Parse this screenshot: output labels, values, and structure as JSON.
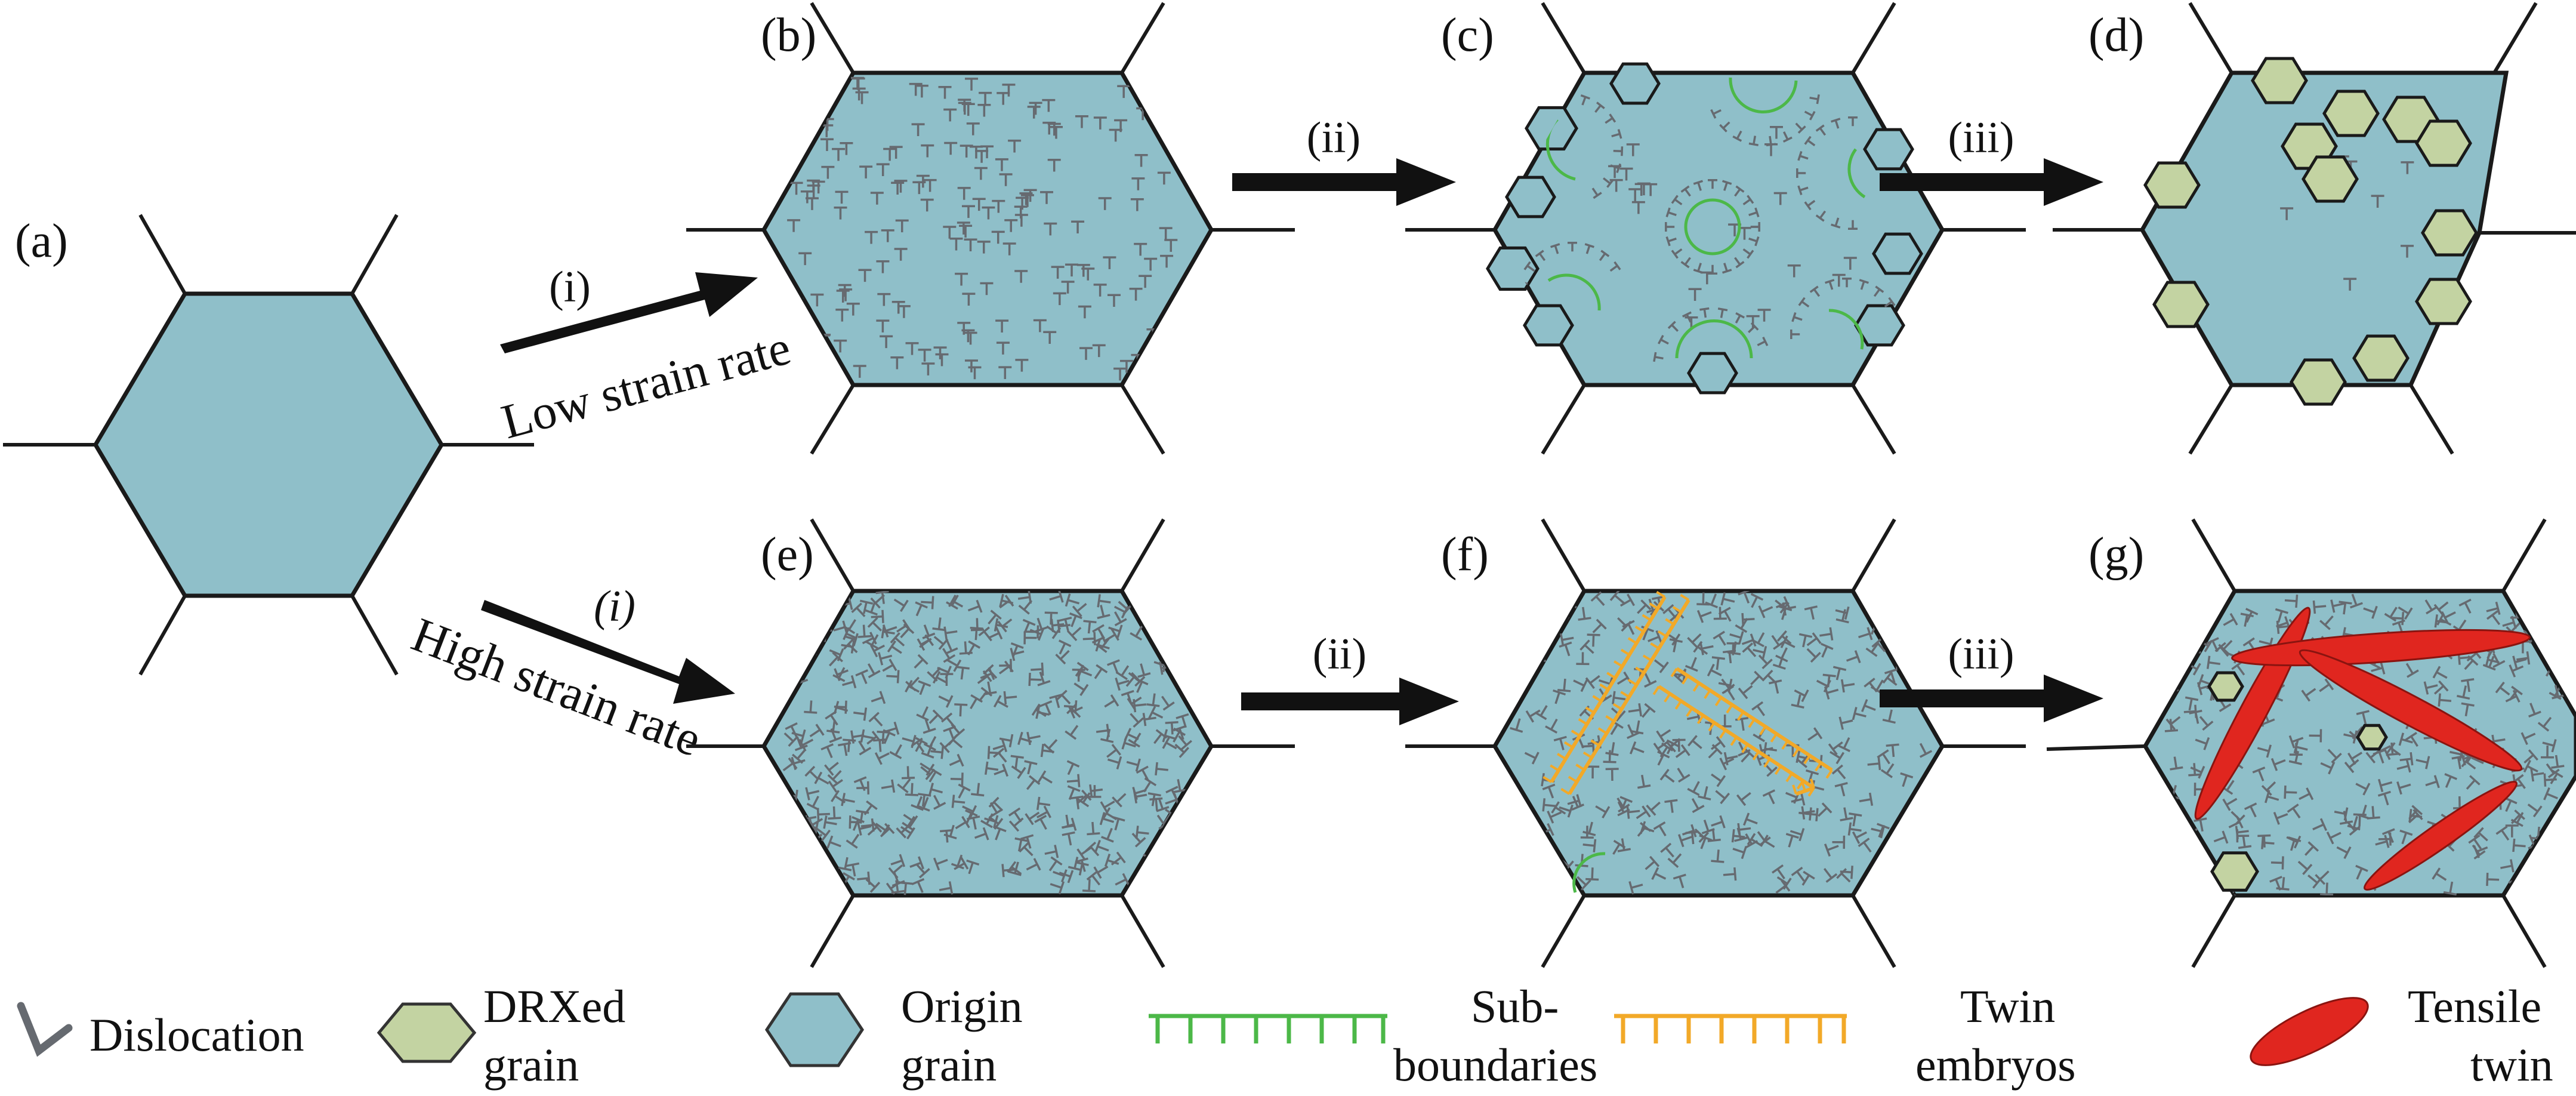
{
  "panels": {
    "a": "(a)",
    "b": "(b)",
    "c": "(c)",
    "d": "(d)",
    "e": "(e)",
    "f": "(f)",
    "g": "(g)"
  },
  "steps": {
    "top_i": "(i)",
    "top_ii": "(ii)",
    "top_iii": "(iii)",
    "bottom_i": "(i)",
    "bottom_ii": "(ii)",
    "bottom_iii": "(iii)"
  },
  "rates": {
    "low": "Low strain rate",
    "high": "High strain rate"
  },
  "legend": {
    "dislocation": "Dislocation",
    "drx_line1": "DRXed",
    "drx_line2": "grain",
    "origin_line1": "Origin",
    "origin_line2": "grain",
    "sub_line1": "Sub-",
    "sub_line2": "boundaries",
    "twin_emb_line1": "Twin",
    "twin_emb_line2": "embryos",
    "tensile_line1": "Tensile",
    "tensile_line2": "twin"
  },
  "colors": {
    "grain": "#8fbfc9",
    "drx": "#c3d3a2",
    "dislocation": "#666a70",
    "subboundary": "#4cb848",
    "twin_embryo": "#f2a928",
    "tensile_twin": "#e0261f",
    "outline": "#1a1a1a"
  }
}
